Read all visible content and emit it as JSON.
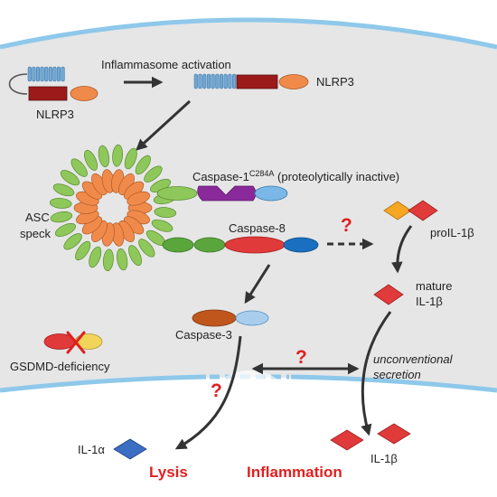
{
  "labels": {
    "inflammasome_activation": "Inflammasome activation",
    "nlrp3_inactive": "NLRP3",
    "nlrp3_active": "NLRP3",
    "asc_speck_line1": "ASC",
    "asc_speck_line2": "speck",
    "caspase1_prefix": "Caspase-1",
    "caspase1_superscript": "C284A",
    "caspase1_suffix": " (proteolytically inactive)",
    "caspase8": "Caspase-8",
    "caspase3": "Caspase-3",
    "proil1b": "proIL-1β",
    "mature_line1": "mature",
    "mature_line2": "IL-1β",
    "unconventional_line1": "unconventional",
    "unconventional_line2": "secretion",
    "gsdmd": "GSDMD-deficiency",
    "il1a": "IL-1α",
    "il1b": "IL-1β",
    "lysis": "Lysis",
    "inflammation": "Inflammation",
    "question_mark": "?"
  },
  "colors": {
    "membrane": "#8ec8ea",
    "cytoplasm": "#e6e6e6",
    "lrr_blue": "#6fa8d6",
    "nacht_red": "#9b1b1b",
    "pyd_orange": "#f08a4b",
    "asc_orange": "#f08a4b",
    "asc_green": "#8fc85a",
    "casp1_purple": "#8a2a9a",
    "card_blue": "#7ab8e8",
    "casp8_green": "#5aa63c",
    "casp8_red": "#e03a3a",
    "casp8_blue": "#1a6fc0",
    "casp3_brown": "#c0561c",
    "casp3_blue": "#a9cdec",
    "il1b_red": "#e03a3a",
    "pro_orange": "#f5a623",
    "gsdmd_red": "#e03a3a",
    "gsdmd_yellow": "#f2d45a",
    "il1a_blue": "#3b6fc4",
    "outcome_red": "#e02020",
    "arrow_gray": "#333333"
  }
}
